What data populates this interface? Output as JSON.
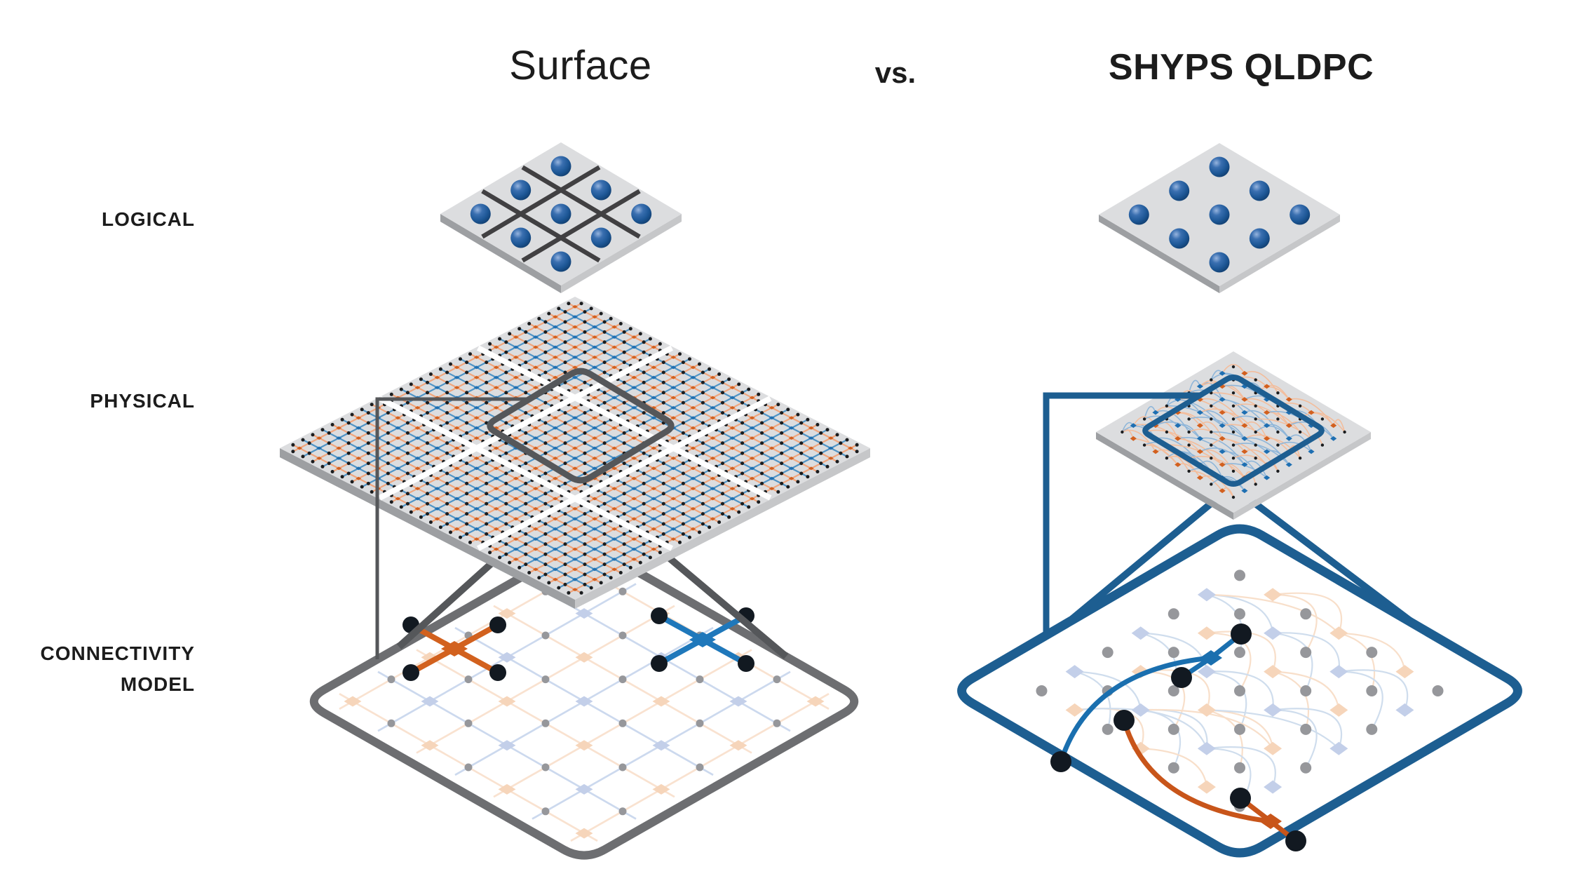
{
  "header": {
    "left_title": "Surface",
    "vs_label": "vs.",
    "right_title": "SHYPS QLDPC"
  },
  "row_labels": {
    "logical": "LOGICAL",
    "physical": "PHYSICAL",
    "connectivity": [
      "CONNECTIVITY",
      "MODEL"
    ]
  },
  "diagram": {
    "colors": {
      "text": "#1c1c1c",
      "platform_top": "#dcdddf",
      "platform_side_left": "#9d9fa2",
      "platform_side_right": "#c6c7c9",
      "logical_grid": "#414042",
      "sphere_highlight": "#96b4de",
      "sphere_mid": "#3a6fb0",
      "sphere_core": "#1d5796",
      "sphere_edge": "#0e3a69",
      "lattice_blue": "#4f94c6",
      "lattice_orange": "#f0a57c",
      "dot_blue": "#1e6fb2",
      "dot_orange": "#d2601f",
      "dot_black": "#1a1c1e",
      "gutter_white": "#ffffff",
      "highlight_gray": "#55575a",
      "conn_left_border": "#6d6e71",
      "pale_blue_line": "#ccd9ee",
      "pale_orange_line": "#f9e2d0",
      "pale_blue_diamond": "#c3cfe9",
      "pale_orange_diamond": "#f6d5ba",
      "gray_dot": "#96979b",
      "x_orange": "#d2611e",
      "x_blue": "#1f78bb",
      "conn_dot_black": "#121921",
      "conn_right_border": "#1d5e91",
      "mesh_blue": "#8fb6d9",
      "mesh_orange": "#f3bd9c",
      "fade_blue": "#cfdded",
      "fade_orange": "#f8dfca",
      "path_blue": "#1a6faf",
      "path_orange": "#c8551a",
      "background": "#ffffff"
    },
    "surface": {
      "logical_qubits": 9,
      "logical_grid": 3,
      "physical_tile_grid": 3,
      "lines_per_tile": 9,
      "connectivity_lattice_lines": 7,
      "stabilizer_symbols": 2
    },
    "shyps": {
      "logical_qubits": 9,
      "physical_mesh_grid": 11,
      "connectivity_mesh_grid": 7,
      "highlighted_checks": 2
    }
  }
}
